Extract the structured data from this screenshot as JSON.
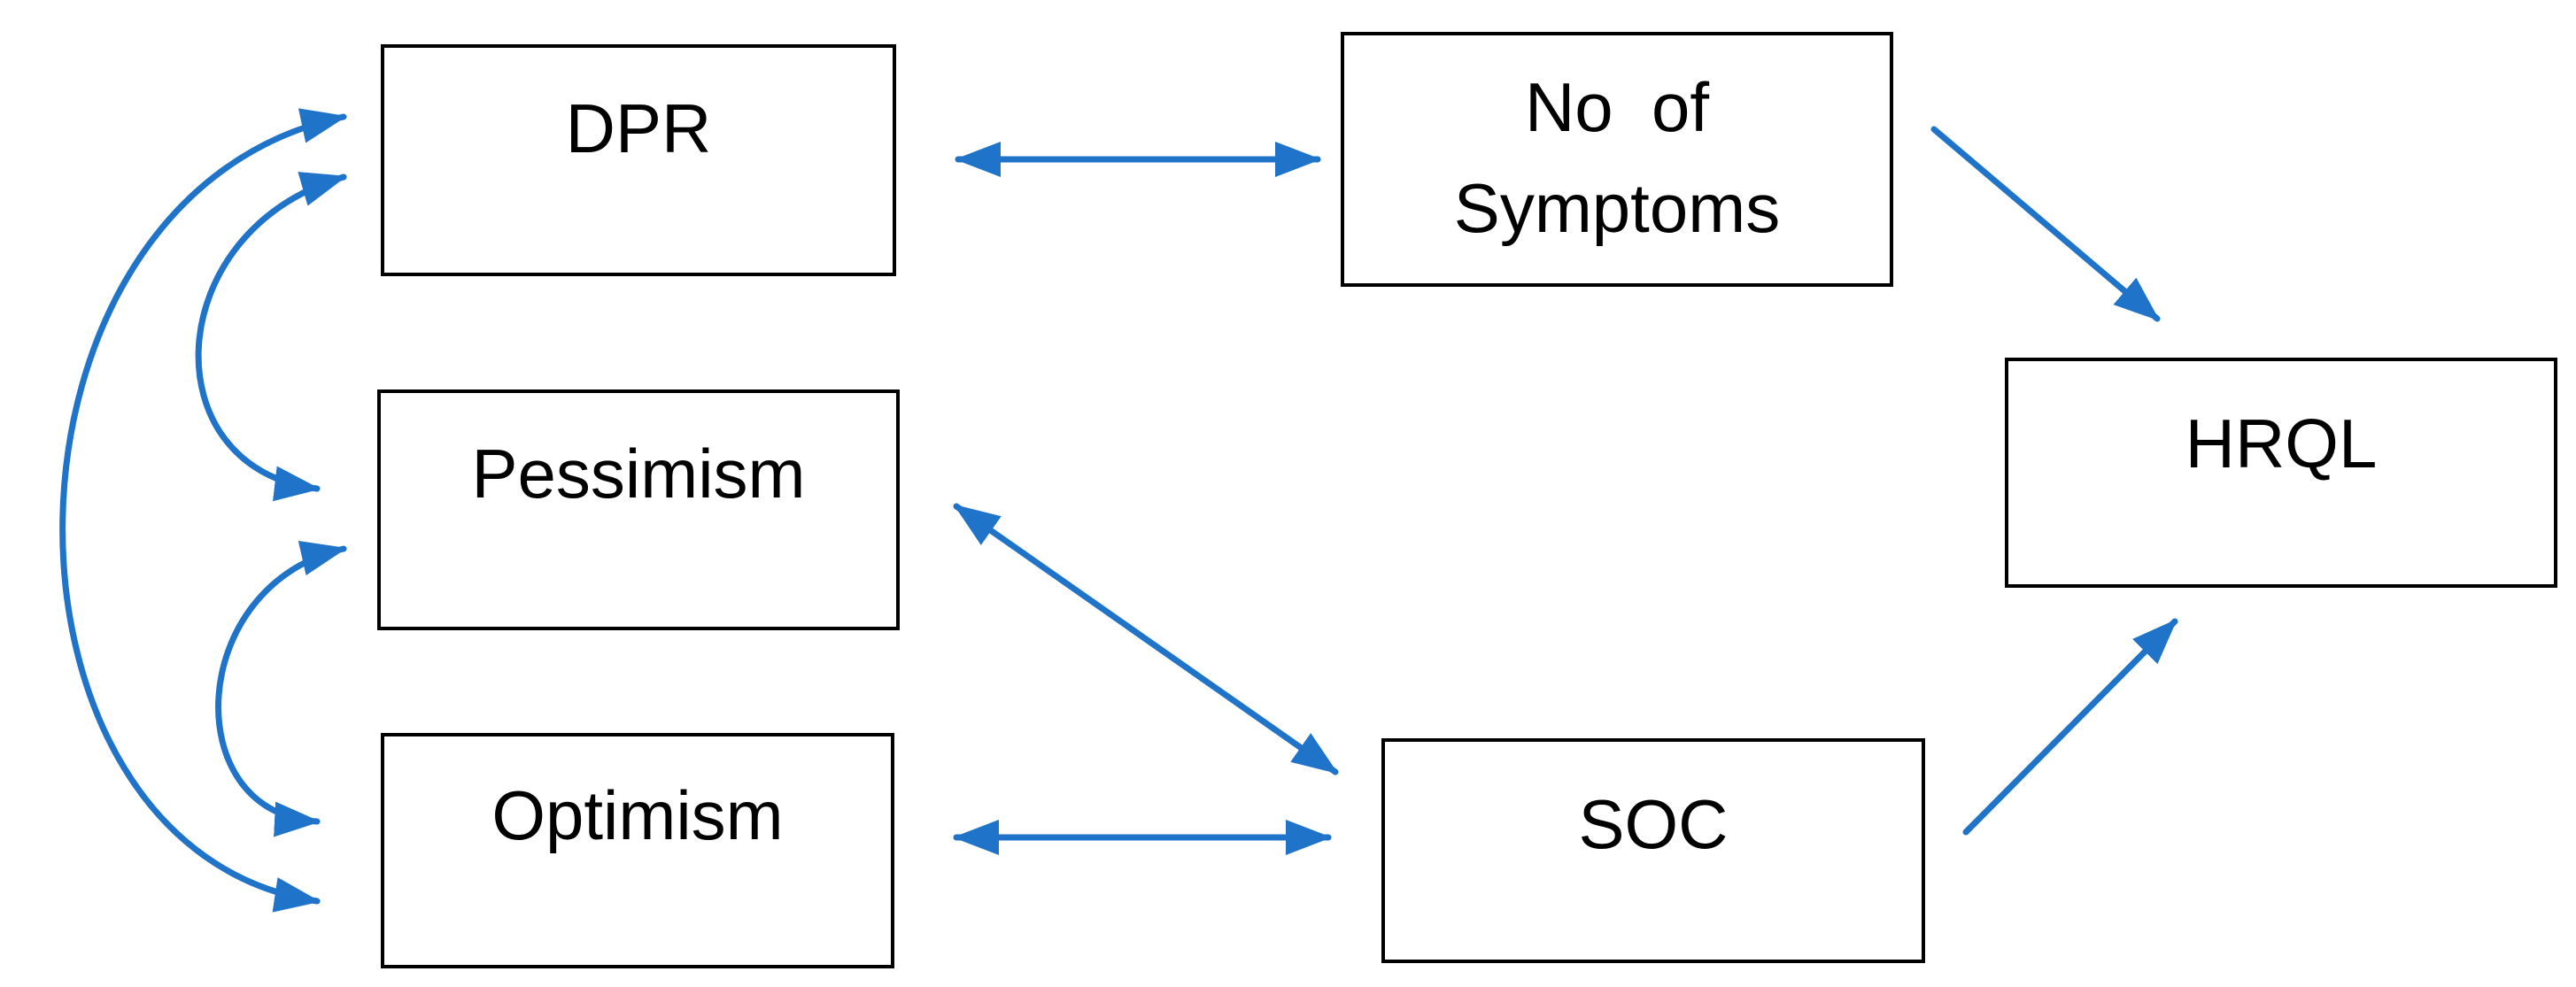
{
  "diagram": {
    "edge_color": "#1f73c8",
    "node_border_color": "#000000",
    "nodes": {
      "dpr": "DPR",
      "symptoms_line1": "No  of",
      "symptoms_line2": "Symptoms",
      "pessimism": "Pessimism",
      "optimism": "Optimism",
      "soc": "SOC",
      "hrql": "HRQL"
    },
    "edges": [
      {
        "from": "DPR",
        "to": "No of Symptoms",
        "type": "bidirectional"
      },
      {
        "from": "Pessimism",
        "to": "SOC",
        "type": "bidirectional"
      },
      {
        "from": "Optimism",
        "to": "SOC",
        "type": "bidirectional"
      },
      {
        "from": "No of Symptoms",
        "to": "HRQL",
        "type": "directed"
      },
      {
        "from": "SOC",
        "to": "HRQL",
        "type": "directed"
      },
      {
        "from": "DPR",
        "to": "Pessimism",
        "type": "correlation"
      },
      {
        "from": "Pessimism",
        "to": "Optimism",
        "type": "correlation"
      },
      {
        "from": "DPR",
        "to": "Optimism",
        "type": "correlation"
      }
    ]
  }
}
